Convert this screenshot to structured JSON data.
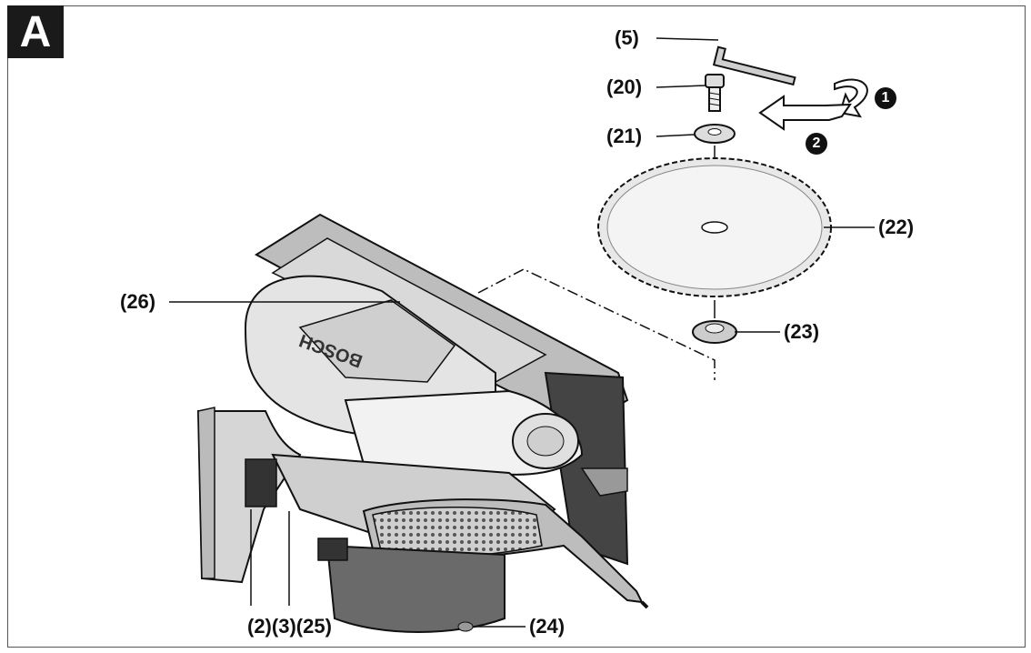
{
  "figure": {
    "label": "A"
  },
  "brand_mark": "BOSCH",
  "callouts": {
    "c5": "(5)",
    "c20": "(20)",
    "c21": "(21)",
    "c22": "(22)",
    "c23": "(23)",
    "c26": "(26)",
    "c2_3_25": "(2)(3)(25)",
    "c24": "(24)"
  },
  "steps": {
    "s1": "1",
    "s2": "2"
  },
  "colors": {
    "line": "#111111",
    "body_light": "#e6e6e6",
    "body_mid": "#b9b9b9",
    "body_dark": "#555555"
  }
}
